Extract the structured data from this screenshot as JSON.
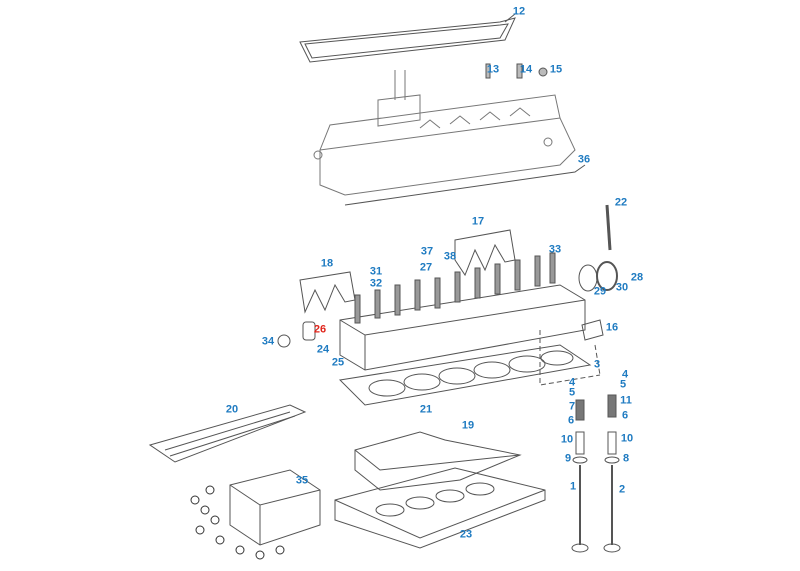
{
  "diagram": {
    "colors": {
      "callout": "#1f7bc1",
      "highlight": "#e0241b",
      "line": "#444444"
    },
    "callouts": [
      {
        "id": "12",
        "label": "12"
      },
      {
        "id": "13",
        "label": "13"
      },
      {
        "id": "14",
        "label": "14"
      },
      {
        "id": "15",
        "label": "15"
      },
      {
        "id": "36",
        "label": "36"
      },
      {
        "id": "22",
        "label": "22"
      },
      {
        "id": "17",
        "label": "17"
      },
      {
        "id": "37",
        "label": "37"
      },
      {
        "id": "38",
        "label": "38"
      },
      {
        "id": "27",
        "label": "27"
      },
      {
        "id": "31",
        "label": "31"
      },
      {
        "id": "32",
        "label": "32"
      },
      {
        "id": "33",
        "label": "33"
      },
      {
        "id": "18",
        "label": "18"
      },
      {
        "id": "28",
        "label": "28"
      },
      {
        "id": "29",
        "label": "29"
      },
      {
        "id": "30",
        "label": "30"
      },
      {
        "id": "16",
        "label": "16"
      },
      {
        "id": "34",
        "label": "34"
      },
      {
        "id": "26",
        "label": "26",
        "highlight": true
      },
      {
        "id": "24",
        "label": "24"
      },
      {
        "id": "25",
        "label": "25"
      },
      {
        "id": "21",
        "label": "21"
      },
      {
        "id": "3",
        "label": "3"
      },
      {
        "id": "4a",
        "label": "4"
      },
      {
        "id": "5a",
        "label": "5"
      },
      {
        "id": "7",
        "label": "7"
      },
      {
        "id": "6a",
        "label": "6"
      },
      {
        "id": "10a",
        "label": "10"
      },
      {
        "id": "9",
        "label": "9"
      },
      {
        "id": "1",
        "label": "1"
      },
      {
        "id": "4b",
        "label": "4"
      },
      {
        "id": "5b",
        "label": "5"
      },
      {
        "id": "11",
        "label": "11"
      },
      {
        "id": "6b",
        "label": "6"
      },
      {
        "id": "10b",
        "label": "10"
      },
      {
        "id": "8",
        "label": "8"
      },
      {
        "id": "2",
        "label": "2"
      },
      {
        "id": "20",
        "label": "20"
      },
      {
        "id": "19",
        "label": "19"
      },
      {
        "id": "35",
        "label": "35"
      },
      {
        "id": "23",
        "label": "23"
      }
    ]
  }
}
